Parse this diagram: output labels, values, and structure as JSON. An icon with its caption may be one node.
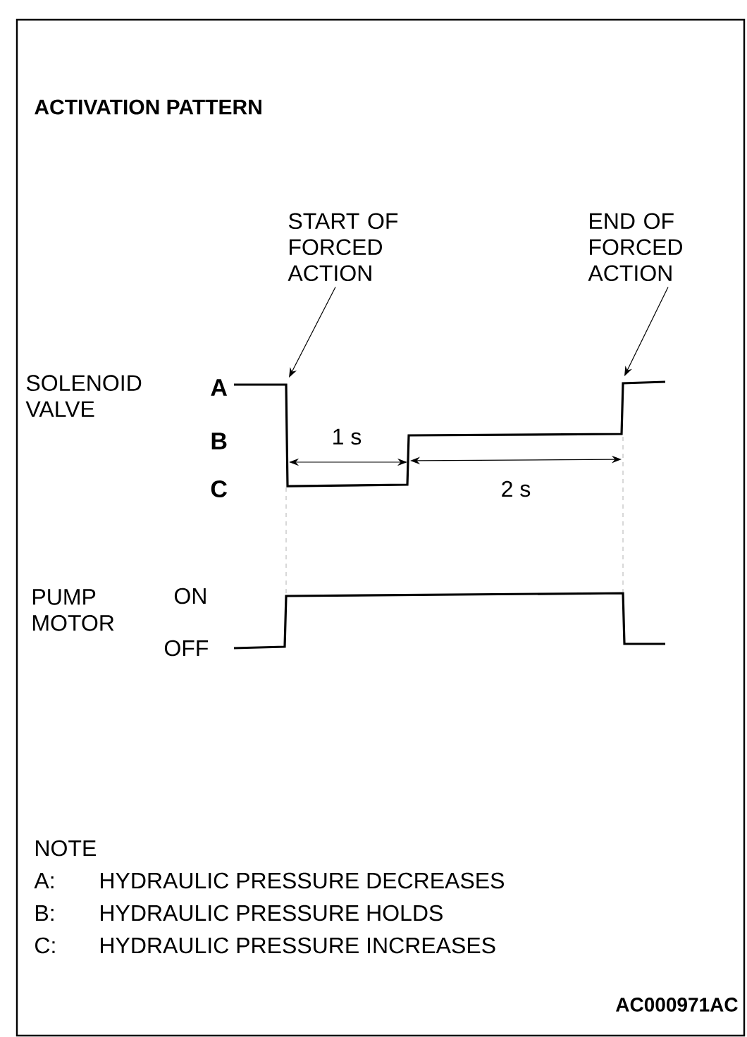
{
  "diagram": {
    "title": "ACTIVATION PATTERN",
    "nodes": [
      {
        "text": [
          "START OF FORCED ACTION"
        ]
      },
      {
        "text": [
          "END OF FORCED ACTION"
        ]
      }
    ],
    "edges": [
      {
        "from": 0,
        "to": null,
        "arrow": "to"
      },
      {
        "from": 1,
        "to": null,
        "arrow": "to"
      }
    ],
    "labels": [
      "SOLENOID VALVE",
      "A",
      "B",
      "C",
      "1 s",
      "2 s",
      "PUMP MOTOR",
      "ON",
      "OFF",
      "NOTE",
      "A:",
      "HYDRAULIC PRESSURE DECREASES",
      "B:",
      "HYDRAULIC PRESSURE HOLDS",
      "C:",
      "HYDRAULIC PRESSURE INCREASES",
      "AC000971AC"
    ]
  }
}
